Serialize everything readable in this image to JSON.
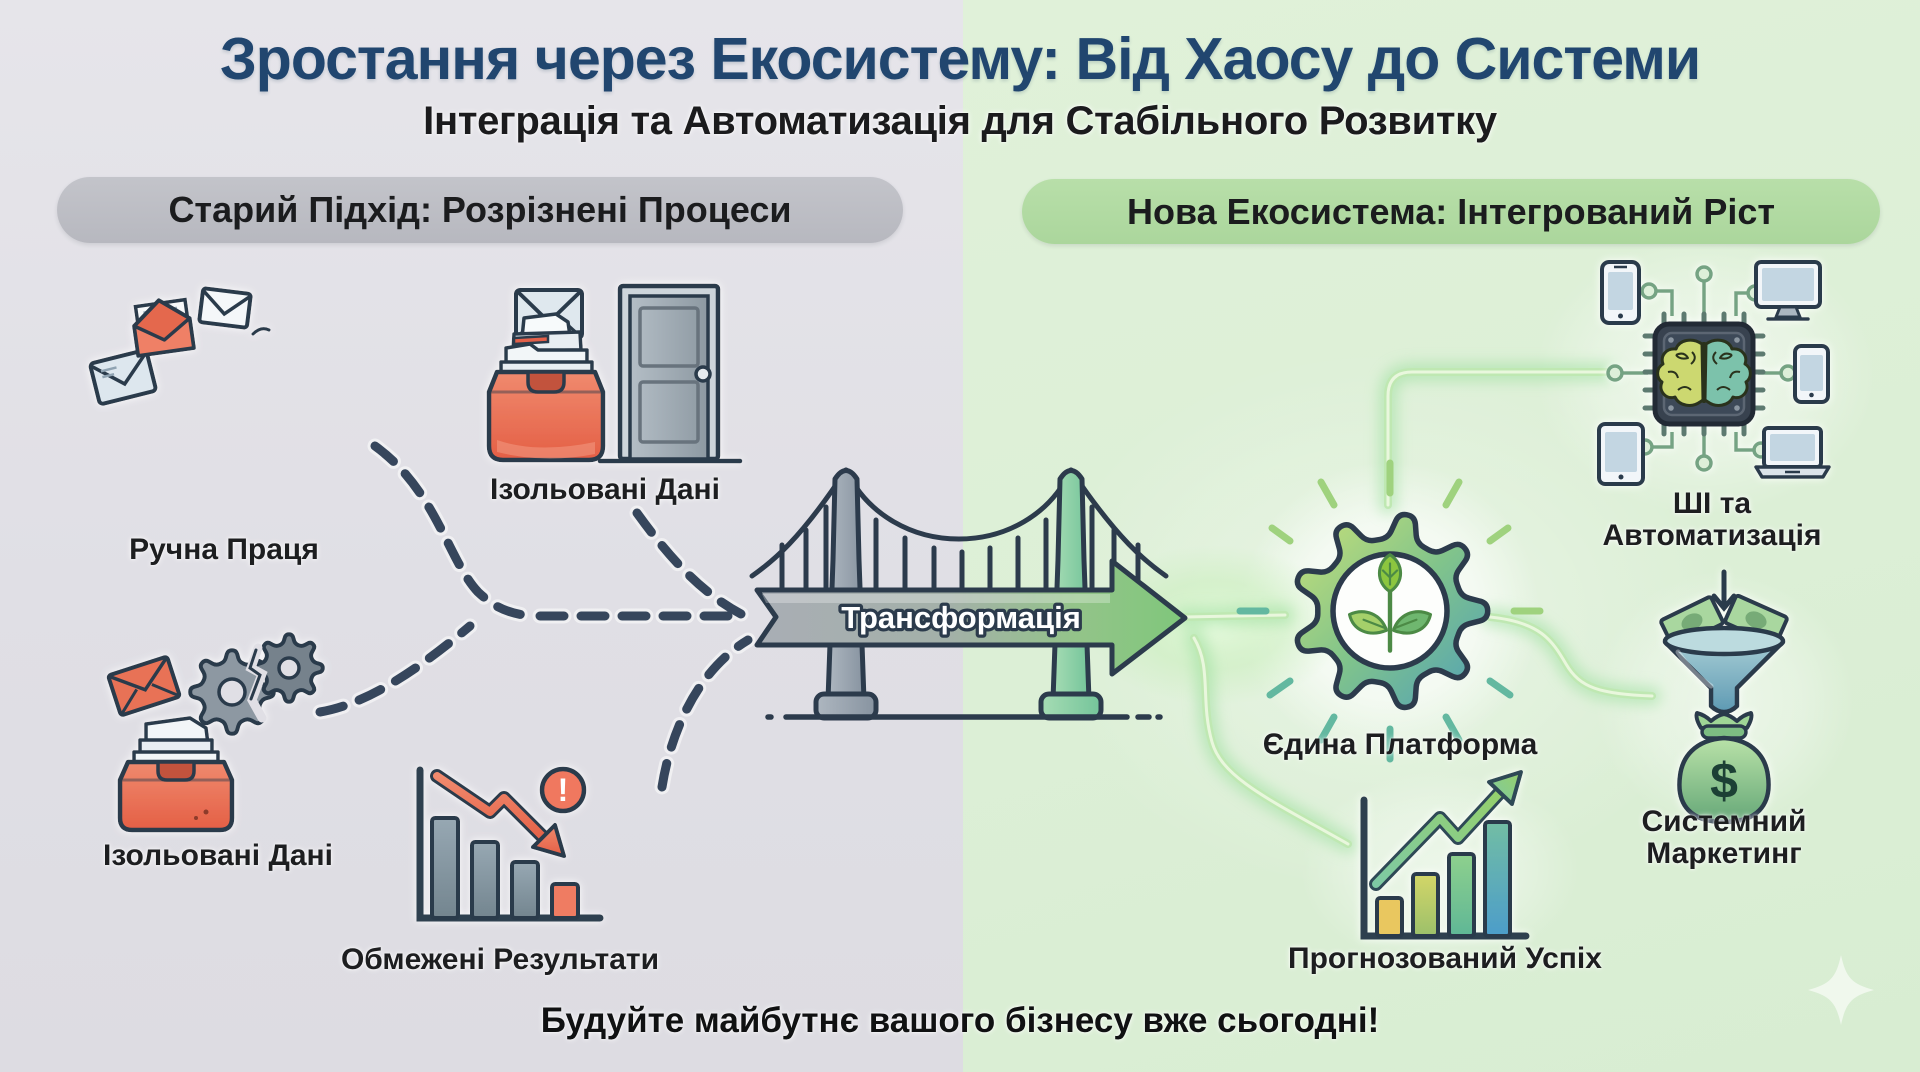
{
  "title": "Зростання через Екосистему: Від Хаосу до Системи",
  "subtitle": "Інтеграція та Автоматизація для Стабільного Розвитку",
  "footer": "Будуйте майбутнє вашого бізнесу вже сьогодні!",
  "left_section": {
    "header": "Старий Підхід: Розрізнені Процеси",
    "labels": {
      "manual_work": "Ручна Праця",
      "isolated_data_top": "Ізольовані Дані",
      "isolated_data_bottom": "Ізольовані Дані",
      "limited_results": "Обмежені Результати"
    }
  },
  "right_section": {
    "header": "Нова Екосистема: Інтегрований Ріст",
    "labels": {
      "ai_automation": "ШІ та Автоматизація",
      "unified_platform": "Єдина Платформа",
      "systemic_marketing": "Системний Маркетинг",
      "predicted_success": "Прогнозований Успіх"
    }
  },
  "bridge": {
    "label": "Трансформація"
  },
  "symbols": {
    "dollar": "$",
    "warning": "!"
  },
  "colors": {
    "left_background": "#e0dfe5",
    "right_background": "#dcefd6",
    "title_blue": "#21466f",
    "text_dark": "#1d1e20",
    "left_pill": "#bcbdc3",
    "right_pill": "#b0daa2",
    "alert_red": "#ee7a5f",
    "growth_green": "#7dc383",
    "outline_ink": "#2c3b4c"
  },
  "charts": {
    "limited_results": {
      "type": "bar",
      "trend": "down",
      "relative_values": [
        4,
        3,
        2,
        1
      ]
    },
    "predicted_success": {
      "type": "bar",
      "trend": "up",
      "relative_values": [
        1,
        2,
        3,
        4
      ]
    }
  }
}
